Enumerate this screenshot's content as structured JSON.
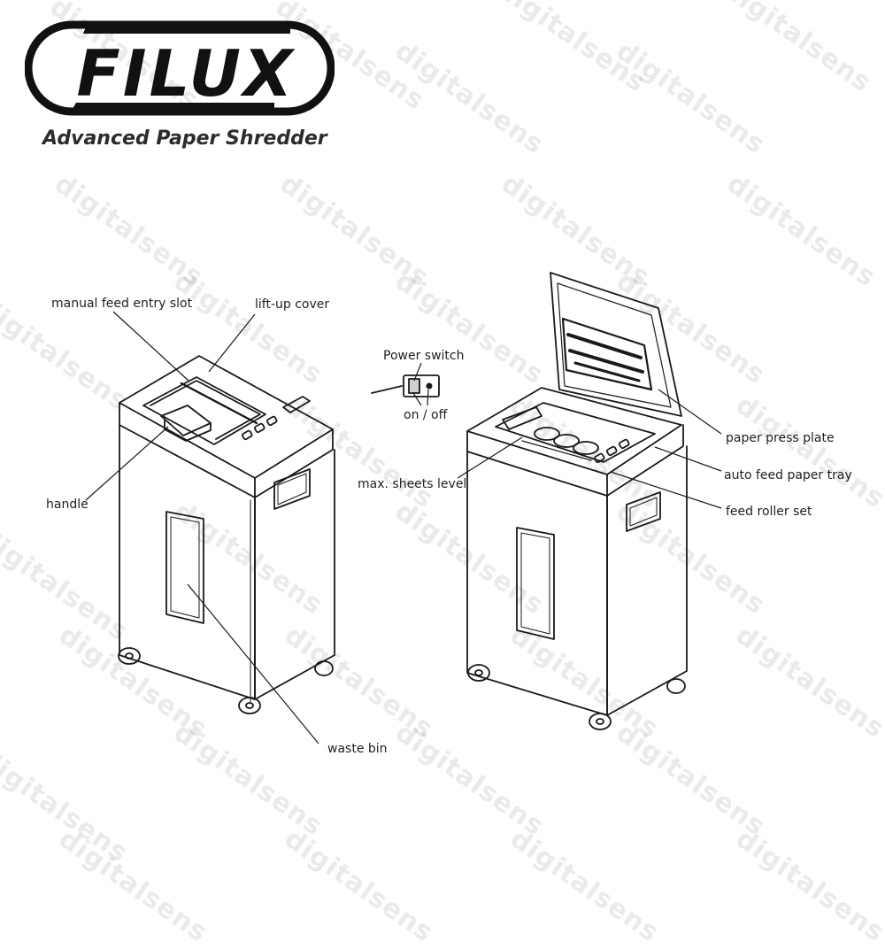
{
  "brand": {
    "name": "FILUX",
    "tagline": "Advanced Paper Shredder"
  },
  "watermark": {
    "text": "digitalsens"
  },
  "labels": {
    "manual_feed": "manual feed entry slot",
    "lift_up_cover": "lift-up cover",
    "handle": "handle",
    "waste_bin": "waste bin",
    "power_switch": "Power switch",
    "on_off": "on / off",
    "max_sheets": "max. sheets level",
    "paper_press": "paper press plate",
    "auto_feed": "auto feed paper tray",
    "feed_roller": "feed roller set"
  },
  "colors": {
    "line": "#1a1a1a",
    "watermark": "#000000"
  }
}
